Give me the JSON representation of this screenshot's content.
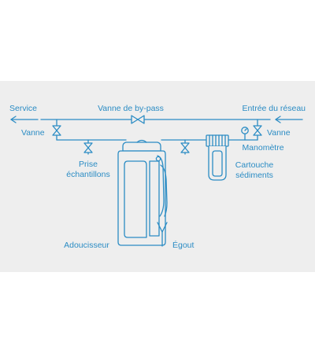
{
  "colors": {
    "background": "#ffffff",
    "panel": "#eeeeee",
    "line": "#2b8cc4",
    "label": "#2b8cc4"
  },
  "labels": {
    "service": "Service",
    "bypass_valve": "Vanne de by-pass",
    "network_inlet": "Entrée du réseau",
    "valve_left": "Vanne",
    "valve_right": "Vanne",
    "sample_line1": "Prise",
    "sample_line2": "échantillons",
    "gauge": "Manomètre",
    "cartridge_line1": "Cartouche",
    "cartridge_line2": "sédiments",
    "softener": "Adoucisseur",
    "drain": "Égout"
  }
}
